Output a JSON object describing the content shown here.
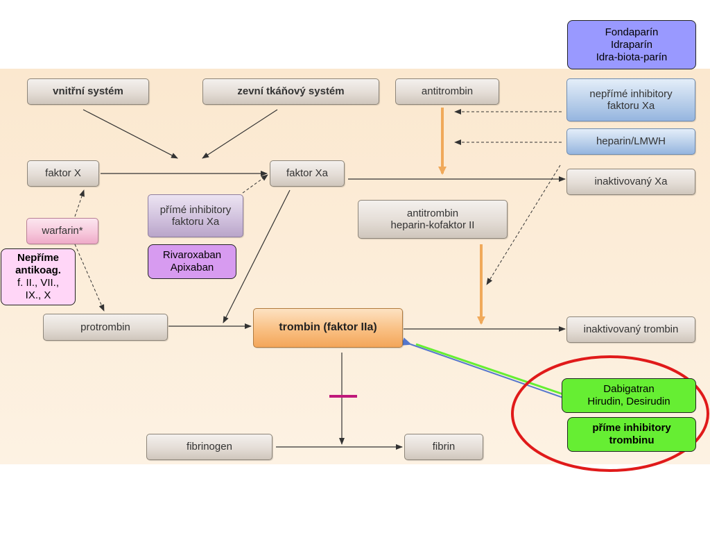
{
  "boxes": {
    "vnitrni_system": "vnitřní systém",
    "zevni_system": "zevní tkáňový systém",
    "antitrombin": "antitrombin",
    "neprime_inhibitory_xa": "nepřímé inhibitory faktoru Xa",
    "heparin_lmwh": "heparin/LMWH",
    "faktor_x": "faktor X",
    "faktor_xa": "faktor Xa",
    "inaktivovany_xa": "inaktivovaný Xa",
    "prime_inhibitory_xa": "přímé inhibitory faktoru Xa",
    "antitrombin_kofaktor_line1": "antitrombin",
    "antitrombin_kofaktor_line2": "heparin-kofaktor II",
    "warfarin": "warfarin*",
    "protrombin": "protrombin",
    "trombin": "trombin (faktor IIa)",
    "inaktivovany_trombin": "inaktivovaný trombin",
    "fibrinogen": "fibrinogen",
    "fibrin": "fibrin"
  },
  "annotations": {
    "fondaparin_line1": "Fondaparín",
    "fondaparin_line2": "Idraparín",
    "fondaparin_line3": "Idra-biota-parín",
    "rivaroxaban_line1": "Rivaroxaban",
    "rivaroxaban_line2": "Apixaban",
    "neprime_antikoag_line1": "Nepříme",
    "neprime_antikoag_line2": "antikoag.",
    "neprime_antikoag_line3": "f. II., VII.,",
    "neprime_antikoag_line4": "IX., X",
    "dabigatran_line1": "Dabigatran",
    "dabigatran_line2": "Hirudin, Desirudin",
    "prime_inhibitory_trombinu_line1": "příme inhibitory",
    "prime_inhibitory_trombinu_line2": "trombinu"
  },
  "colors": {
    "panel_background": "#fbe8cf",
    "arrow_orange": "#f0a95a",
    "inhibition_bar": "#c0187a",
    "highlight_circle": "#e01a1a",
    "green_arrow": "#66ee33",
    "blue_arrow": "#5577cc"
  }
}
